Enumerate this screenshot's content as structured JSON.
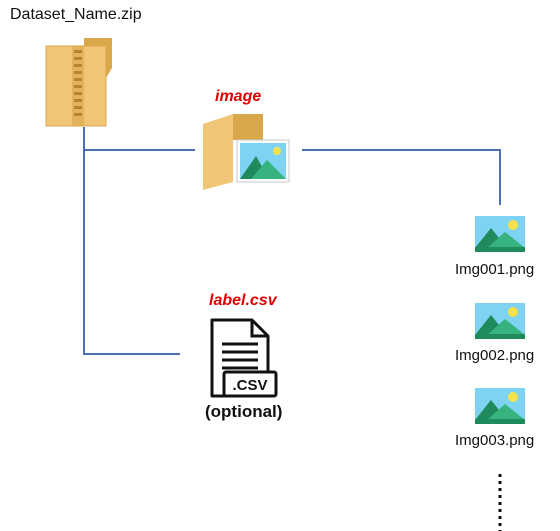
{
  "archive": {
    "name": "Dataset_Name.zip",
    "icon": "zip-folder-icon"
  },
  "image_folder": {
    "label": "image",
    "icon": "image-folder-icon"
  },
  "label_file": {
    "label": "label.csv",
    "badge": ".CSV",
    "note": "(optional)",
    "icon": "csv-file-icon"
  },
  "images": [
    {
      "name": "Img001.png",
      "icon": "image-icon"
    },
    {
      "name": "Img002.png",
      "icon": "image-icon"
    },
    {
      "name": "Img003.png",
      "icon": "image-icon"
    }
  ],
  "colors": {
    "connector": "#4a6fb5",
    "label_red": "#e00000",
    "folder_tan": "#f0c676",
    "folder_dark": "#d9a84a",
    "sky": "#7fd3f2",
    "hill_green": "#36b37e",
    "hill_dark": "#1f8a5c",
    "sun": "#f7e24a"
  }
}
